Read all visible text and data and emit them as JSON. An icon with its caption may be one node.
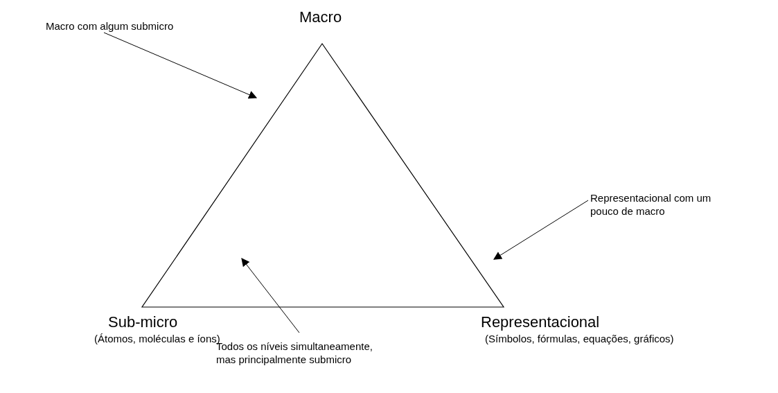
{
  "diagram": {
    "nodes": [
      {
        "text": [],
        "shape": "triangle"
      },
      {
        "text": [
          "Macro com algum submicro"
        ]
      },
      {
        "text": [
          "Representacional com um pouco de macro"
        ]
      },
      {
        "text": [
          "Todos os níveis simultaneamente, mas principalmente submicro"
        ]
      }
    ],
    "edges": [
      {
        "from": 1,
        "to": null,
        "arrow": "to"
      },
      {
        "from": 2,
        "to": 0,
        "arrow": "to"
      },
      {
        "from": 3,
        "to": 0,
        "arrow": "to"
      }
    ],
    "labels": [
      "Macro",
      "Sub-micro",
      "(Átomos, moléculas e íons)",
      "Representacional",
      "(Símbolos, fórmulas, equações, gráficos)"
    ]
  }
}
